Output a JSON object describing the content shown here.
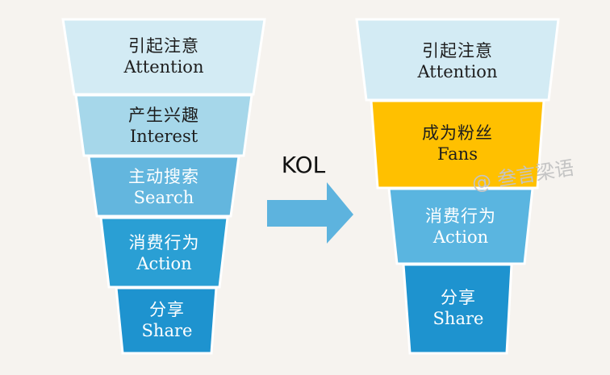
{
  "left_funnel": {
    "stages": [
      {
        "cn": "引起注意",
        "en": "Attention"
      },
      {
        "cn": "产生兴趣",
        "en": "Interest"
      },
      {
        "cn": "主动搜索",
        "en": "Search"
      },
      {
        "cn": "消费行为",
        "en": "Action"
      },
      {
        "cn": "分享",
        "en": "Share"
      }
    ]
  },
  "connector": {
    "label": "KOL"
  },
  "right_funnel": {
    "stages": [
      {
        "cn": "引起注意",
        "en": "Attention"
      },
      {
        "cn": "成为粉丝",
        "en": "Fans"
      },
      {
        "cn": "消费行为",
        "en": "Action"
      },
      {
        "cn": "分享",
        "en": "Share"
      }
    ]
  },
  "watermark": {
    "text": "@ 叁言梁语"
  },
  "colors": {
    "attention": "#d3ebf4",
    "interest": "#a6d7ea",
    "search": "#63b6de",
    "action_left": "#2a9fd4",
    "share": "#1e93cf",
    "fans": "#ffc000",
    "action_right": "#5ab5e0",
    "arrow": "#5db3de"
  }
}
